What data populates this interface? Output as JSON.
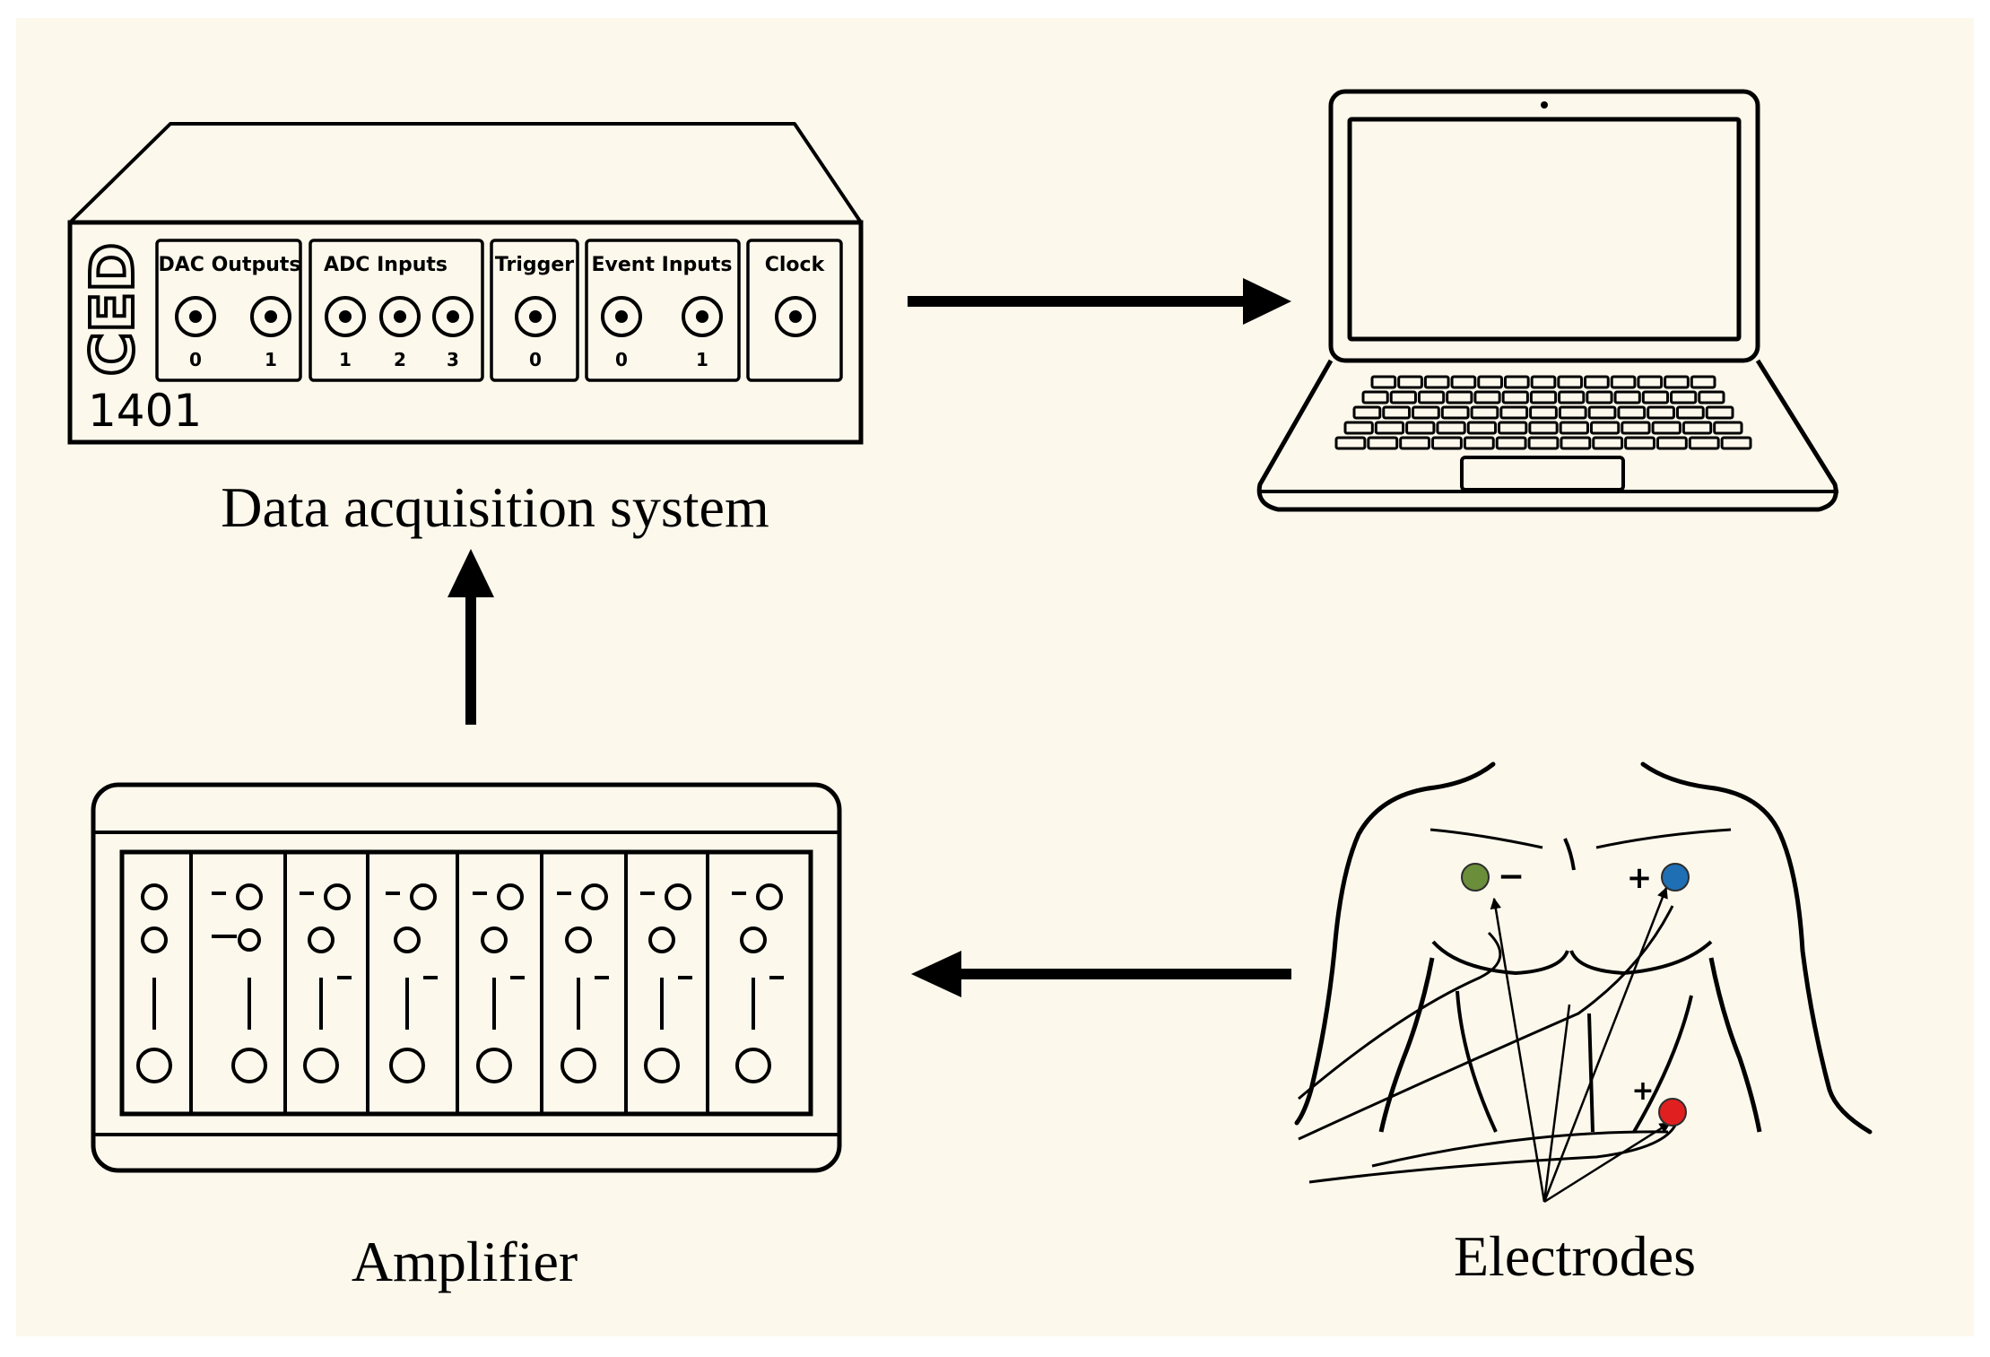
{
  "colors": {
    "background": "#fcf8ec",
    "ink": "#000000",
    "electrode_negative": "#6b8e3a",
    "electrode_positive_upper": "#1f6fb5",
    "electrode_positive_lower": "#e02020"
  },
  "daq": {
    "brand": "CED",
    "model": "1401",
    "label": "Data acquisition system",
    "groups": [
      {
        "name": "DAC Outputs",
        "ports": [
          "0",
          "1"
        ]
      },
      {
        "name": "ADC Inputs",
        "ports": [
          "1",
          "2",
          "3"
        ]
      },
      {
        "name": "Trigger",
        "ports": [
          "0"
        ]
      },
      {
        "name": "Event Inputs",
        "ports": [
          "0",
          "1"
        ]
      },
      {
        "name": "Clock",
        "ports": [
          ""
        ]
      }
    ]
  },
  "computer": {
    "icon": "laptop-icon"
  },
  "amplifier": {
    "label": "Amplifier",
    "channel_count": 8
  },
  "electrodes": {
    "label": "Electrodes",
    "signs": {
      "negative": "−",
      "positive_upper": "+",
      "positive_lower": "+"
    }
  },
  "flow": [
    {
      "from": "electrodes",
      "to": "amplifier"
    },
    {
      "from": "amplifier",
      "to": "daq"
    },
    {
      "from": "daq",
      "to": "computer"
    }
  ]
}
